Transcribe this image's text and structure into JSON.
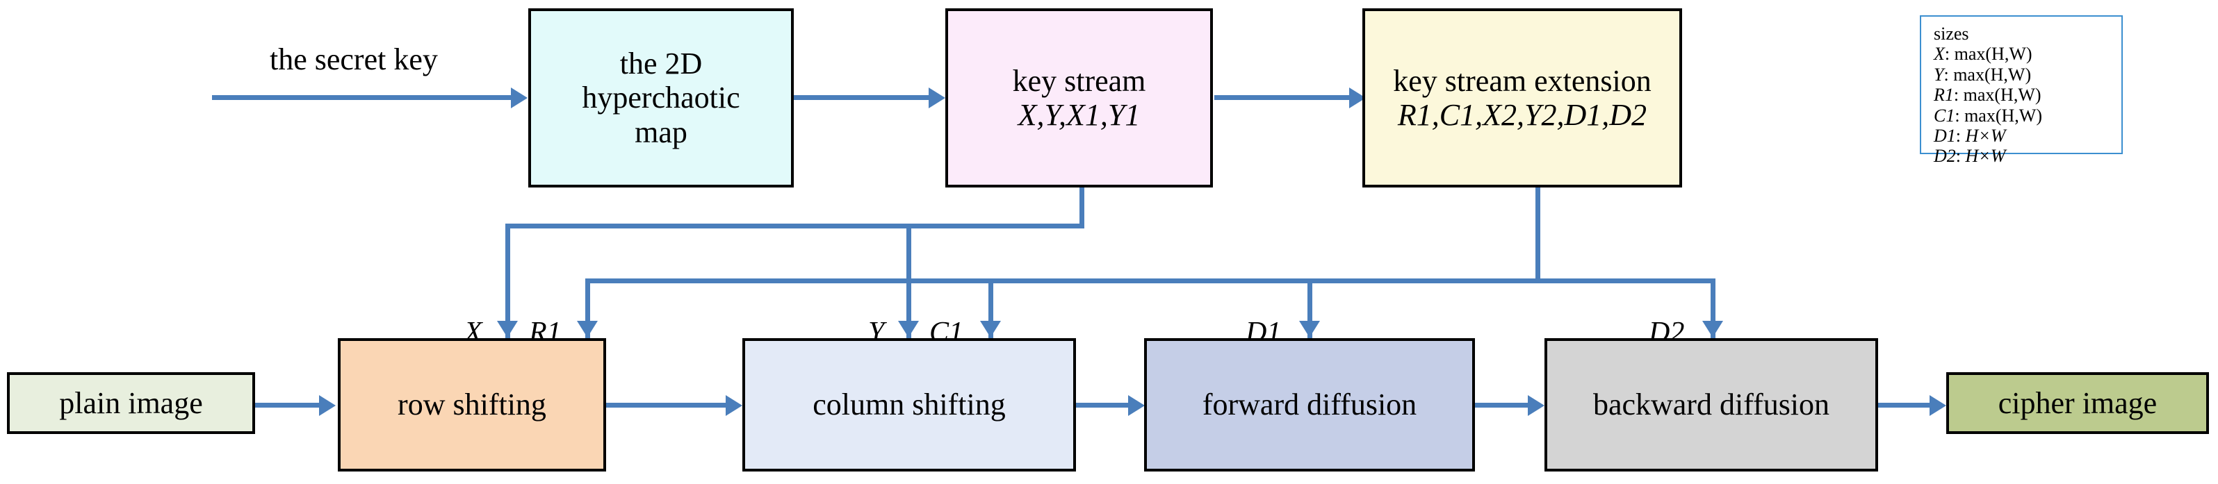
{
  "diagram": {
    "title_caption": "the secret key",
    "top_row": [
      {
        "id": "hyperchaotic-map",
        "line1": "the 2D",
        "line2": "hyperchaotic",
        "line3": "map",
        "color": "#E2FAFA"
      },
      {
        "id": "key-stream",
        "line1": "key stream",
        "line2": "X,Y,X1,Y1",
        "color": "#FCEBFA"
      },
      {
        "id": "key-stream-extension",
        "line1": "key stream extension",
        "line2": "R1,C1,X2,Y2,D1,D2",
        "color": "#FCF8DB"
      }
    ],
    "bottom_row": [
      {
        "id": "plain-image",
        "label": "plain image",
        "color": "#E8EFDE"
      },
      {
        "id": "row-shifting",
        "label": "row shifting",
        "color": "#FAD6B4"
      },
      {
        "id": "column-shifting",
        "label": "column shifting",
        "color": "#E3EAF7"
      },
      {
        "id": "forward-diffusion",
        "label": "forward diffusion",
        "color": "#C5CEE7"
      },
      {
        "id": "backward-diffusion",
        "label": "backward diffusion",
        "color": "#D4D4D4"
      },
      {
        "id": "cipher-image",
        "label": "cipher image",
        "color": "#BCCB8E"
      }
    ],
    "edge_labels": {
      "x": "X",
      "r1": "R1",
      "y": "Y",
      "c1": "C1",
      "d1": "D1",
      "d2": "D2"
    }
  },
  "legend": {
    "title": "sizes",
    "rows": [
      {
        "name": "X",
        "sep": ": ",
        "value": "max(H,W)"
      },
      {
        "name": "Y",
        "sep": ": ",
        "value": "max(H,W)"
      },
      {
        "name": "R1",
        "sep": ": ",
        "value": "max(H,W)"
      },
      {
        "name": "C1",
        "sep": ": ",
        "value": "max(H,W)"
      },
      {
        "name": "D1",
        "sep": ": ",
        "value": "H×W"
      },
      {
        "name": "D2",
        "sep": ": ",
        "value": "H×W"
      }
    ]
  },
  "colors": {
    "arrow_blue": "#4A7EBB",
    "legend_border": "#3C8FD0",
    "box_border": "#000000"
  }
}
